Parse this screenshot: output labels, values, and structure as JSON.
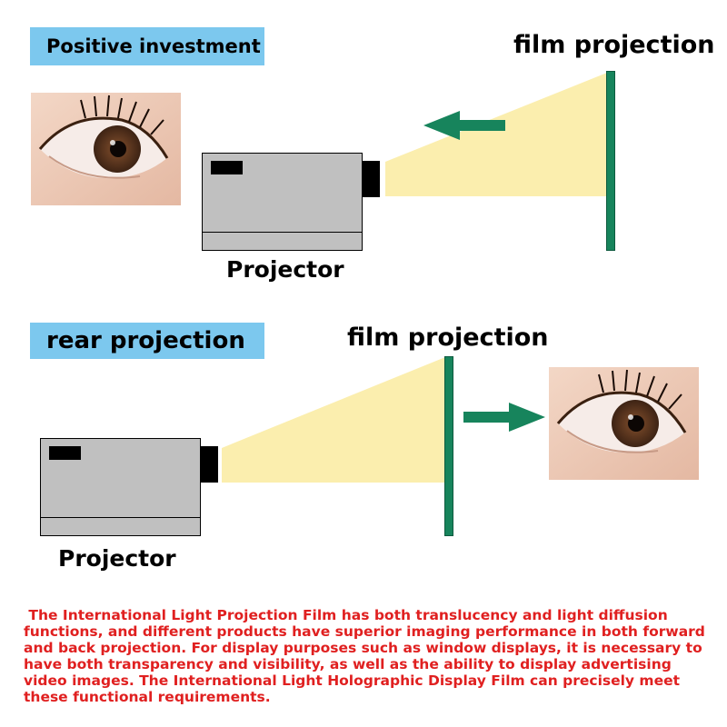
{
  "front": {
    "section_label": "Positive investment",
    "screen_label": "film projection",
    "projector_label": "Projector"
  },
  "rear": {
    "section_label": "rear projection",
    "screen_label": "film projection",
    "projector_label": "Projector"
  },
  "description": " The International Light Projection Film has both translucency and light diffusion functions, and different products have superior imaging performance in both forward and back projection. For display purposes such as window displays, it is necessary to have both transparency and visibility, as well as the ability to display advertising video images. The International Light Holographic Display Film can precisely meet these functional requirements.",
  "colors": {
    "label_bg": "#7cc8ee",
    "light_beam": "#fbeeae",
    "screen": "#17845c",
    "arrow": "#17845c",
    "projector": "#c0c0c0",
    "text_red": "#e02020"
  },
  "icons": {
    "eye_front": "eye-icon",
    "eye_rear": "eye-icon",
    "arrow_front": "arrow-left-icon",
    "arrow_rear": "arrow-right-icon"
  }
}
